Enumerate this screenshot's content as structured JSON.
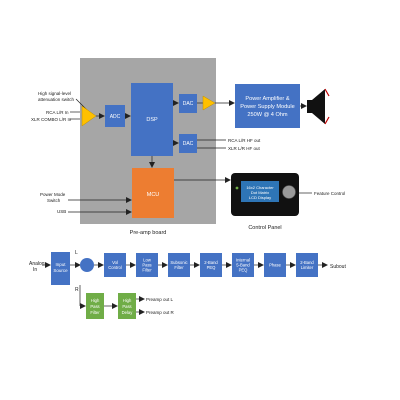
{
  "top": {
    "labels": {
      "high_signal": "High signal-level",
      "attenuation": "attenuation switch",
      "rca_in": "RCA L/R In",
      "xlr_in": "XLR COMBO L/R In",
      "power_mode_1": "Power Mode",
      "power_mode_2": "Switch",
      "usb": "USB",
      "preamp_board": "Pre-amp board",
      "rca_hf_out": "RCA L/R HF out",
      "xlr_hf_out": "XLR L/R HF out",
      "control_panel": "Control Panel",
      "feature_control": "Feature Control"
    },
    "blocks": {
      "adc": "ADC",
      "dsp": "DSP",
      "dac_top": "DAC",
      "dac_bottom": "DAC",
      "mcu": "MCU",
      "amp_line1": "Power Amplifier &",
      "amp_line2": "Power Supply Module",
      "amp_line3": "250W @ 4 Ohm",
      "lcd_line1": "16x2 Character",
      "lcd_line2": "Dot Matrix",
      "lcd_line3": "LCD Display"
    }
  },
  "bottom": {
    "analog_in_1": "Analog",
    "analog_in_2": "In",
    "input_source_1": "Input",
    "input_source_2": "Source",
    "l_label": "L",
    "r_label": "R",
    "chain": [
      {
        "l1": "Vol",
        "l2": "Control",
        "l3": ""
      },
      {
        "l1": "Low",
        "l2": "Pass",
        "l3": "Filter"
      },
      {
        "l1": "Subsonic",
        "l2": "Filter",
        "l3": ""
      },
      {
        "l1": "2-Band",
        "l2": "PEQ",
        "l3": ""
      },
      {
        "l1": "Internal",
        "l2": "5-Band",
        "l3": "PEQ"
      },
      {
        "l1": "Phase",
        "l2": "",
        "l3": ""
      },
      {
        "l1": "2-Band",
        "l2": "Limiter",
        "l3": ""
      }
    ],
    "subout": "Subout",
    "hpf": {
      "l1": "High",
      "l2": "Pass",
      "l3": "Filter"
    },
    "hpd": {
      "l1": "High",
      "l2": "Pass",
      "l3": "Delay"
    },
    "preamp_l": "Preamp out L",
    "preamp_r": "Preamp out R"
  },
  "colors": {
    "board": "#a6a6a6",
    "blue": "#4472c4",
    "orange": "#ed7d31",
    "yellow": "#ffc000",
    "green": "#70ad47",
    "lcd": "#2e75b6",
    "panel": "#111111"
  }
}
